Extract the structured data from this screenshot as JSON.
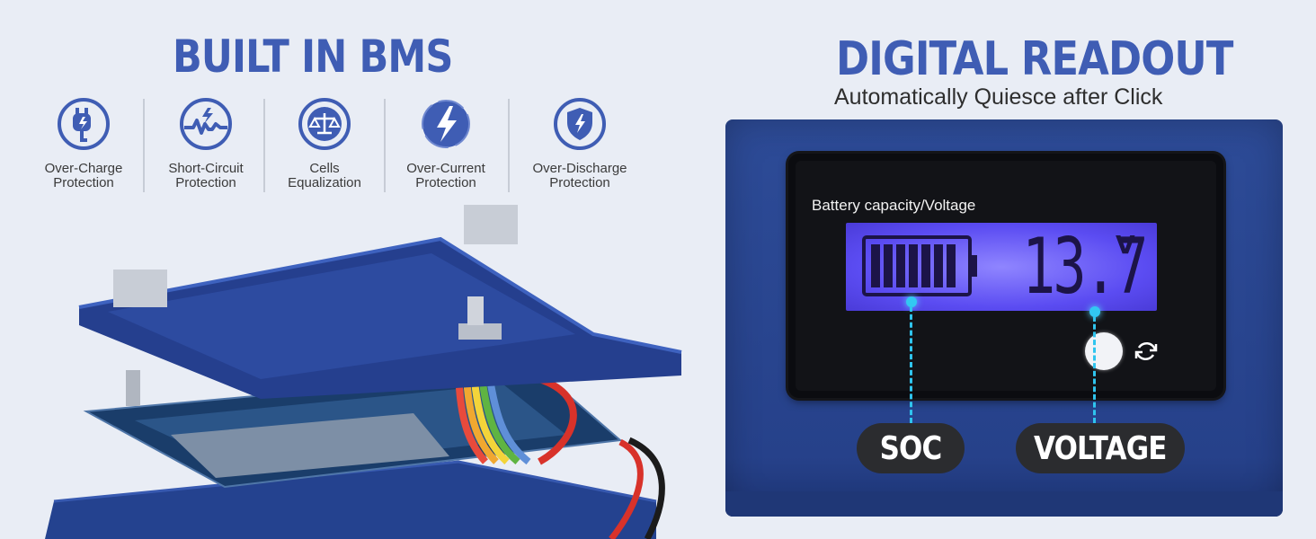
{
  "bms": {
    "title": "BUILT IN BMS",
    "features": [
      {
        "label_line1": "Over-Charge",
        "label_line2": "Protection",
        "icon": "plug-lightning-icon"
      },
      {
        "label_line1": "Short-Circuit",
        "label_line2": "Protection",
        "icon": "pulse-bolt-icon"
      },
      {
        "label_line1": "Cells",
        "label_line2": "Equalization",
        "icon": "balance-scale-icon"
      },
      {
        "label_line1": "Over-Current",
        "label_line2": "Protection",
        "icon": "lightning-bolt-icon"
      },
      {
        "label_line1": "Over-Discharge",
        "label_line2": "Protection",
        "icon": "shield-bolt-icon"
      }
    ]
  },
  "readout": {
    "title": "DIGITAL READOUT",
    "subtitle": "Automatically Quiesce after Click",
    "display_caption": "Battery capacity/Voltage",
    "lcd_value": "13.7",
    "lcd_unit": "V",
    "soc_label": "SOC",
    "voltage_label": "VOLTAGE"
  },
  "colors": {
    "accent_blue": "#3f5db4",
    "panel_blue": "#2b4893",
    "lcd_blue": "#5b4cf2",
    "leader_cyan": "#2fc4ee"
  }
}
